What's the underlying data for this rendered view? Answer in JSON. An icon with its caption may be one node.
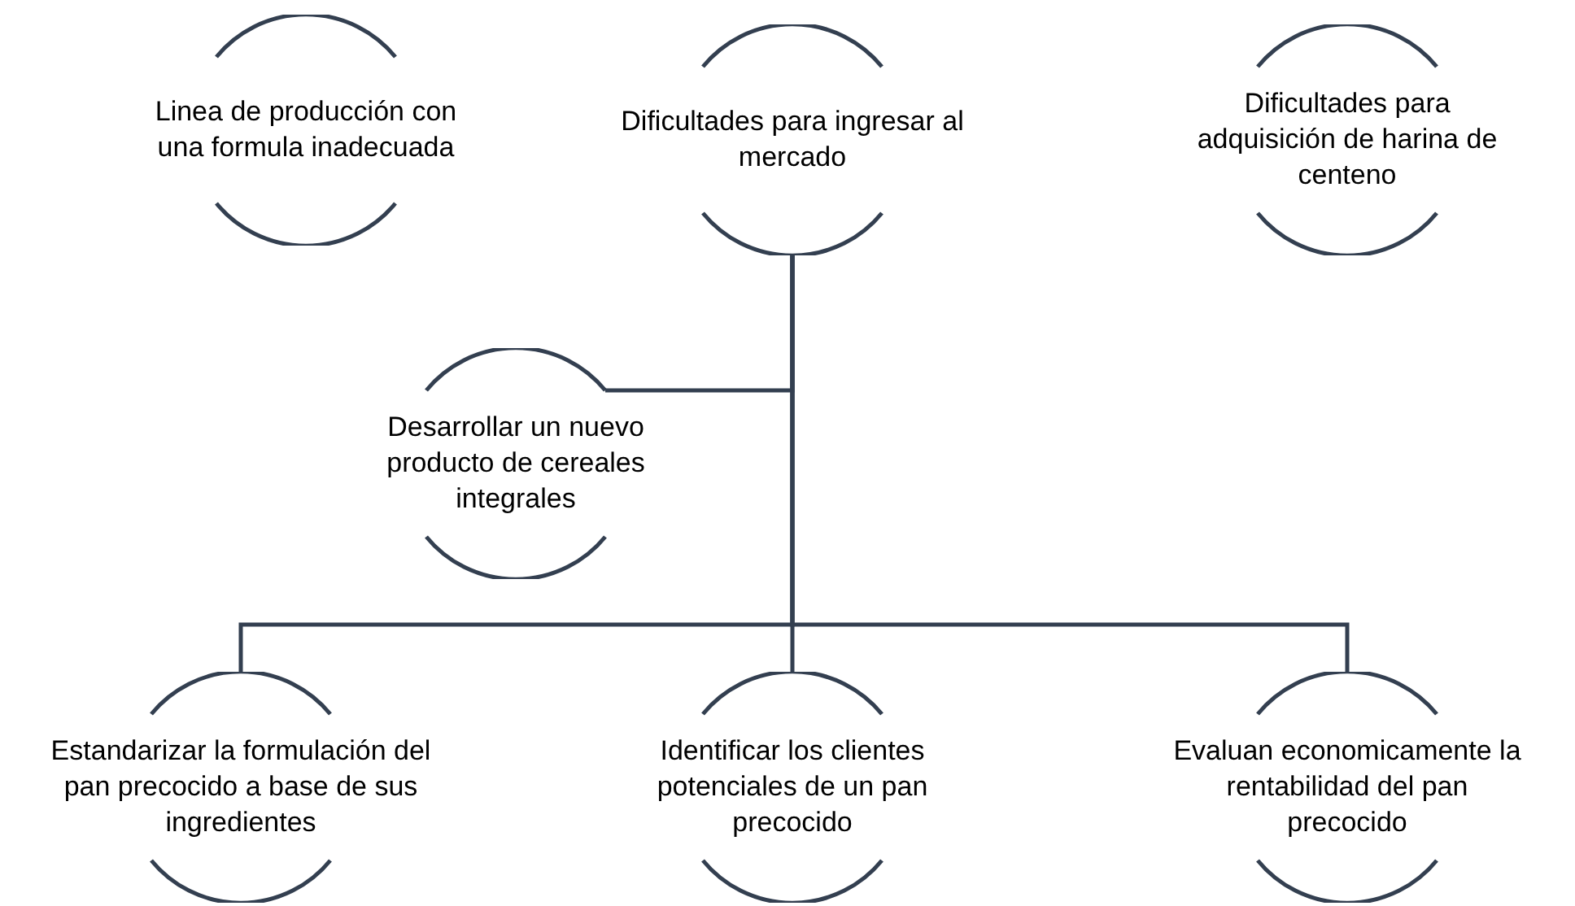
{
  "diagram": {
    "nodes": [
      {
        "text": [
          "Linea de producción con una formula inadecuada"
        ]
      },
      {
        "text": [
          "Dificultades para ingresar al mercado"
        ]
      },
      {
        "text": [
          "Dificultades para adquisición de harina de centeno"
        ]
      },
      {
        "text": [
          "Desarrollar un nuevo producto de cereales integrales"
        ]
      },
      {
        "text": [
          "Estandarizar la formulación del pan precocido a base de sus ingredientes"
        ]
      },
      {
        "text": [
          "Identificar los clientes potenciales de un pan precocido"
        ]
      },
      {
        "text": [
          "Evaluan economicamente la rentabilidad del pan precocido"
        ]
      }
    ],
    "edges": [
      {
        "from": 1,
        "to": 3,
        "arrow": "none"
      },
      {
        "from": 1,
        "to": 4,
        "arrow": "none"
      },
      {
        "from": 1,
        "to": 5,
        "arrow": "none"
      },
      {
        "from": 1,
        "to": 6,
        "arrow": "none"
      }
    ]
  }
}
